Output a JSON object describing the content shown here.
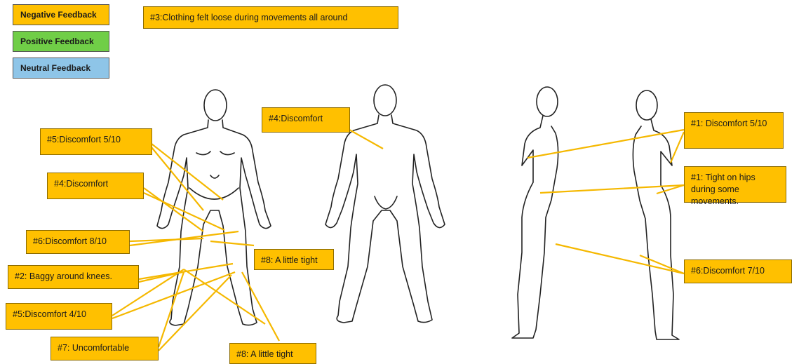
{
  "legend": {
    "negative": "Negative Feedback",
    "positive": "Positive Feedback",
    "neutral": "Neutral Feedback"
  },
  "colors": {
    "negative": "#ffc000",
    "positive": "#70ce47",
    "neutral": "#8ec5e8",
    "arrow": "#f5b800"
  },
  "feedback": {
    "general": "#3:Clothing felt loose during movements all around",
    "front_discomfort_5": "#5:Discomfort 5/10",
    "front_discomfort_4": "#4:Discomfort",
    "front_discomfort_8": "#6:Discomfort 8/10",
    "front_baggy_knees": "#2: Baggy around knees.",
    "front_discomfort_4_10": "#5:Discomfort 4/10",
    "front_uncomfortable": "#7: Uncomfortable",
    "front_little_tight_1": "#8: A little tight",
    "front_little_tight_2": "#8: A little tight",
    "back_discomfort": "#4:Discomfort",
    "side_discomfort_5": "#1: Discomfort 5/10",
    "side_tight_hips": "#1: Tight on hips during some movements.",
    "side_discomfort_7": "#6:Discomfort 7/10"
  }
}
